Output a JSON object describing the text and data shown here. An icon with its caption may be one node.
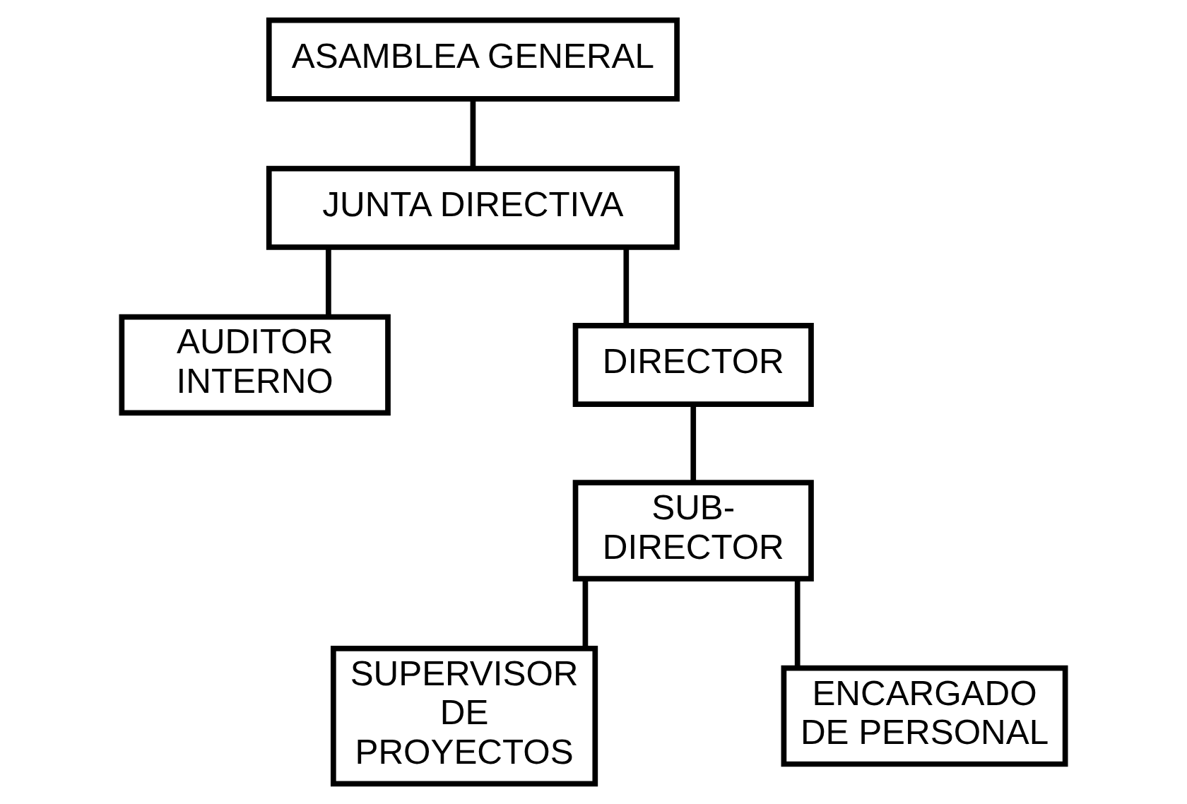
{
  "diagram": {
    "nodes": [
      {
        "text": [
          "ASAMBLEA GENERAL"
        ]
      },
      {
        "text": [
          "JUNTA DIRECTIVA"
        ]
      },
      {
        "text": [
          "AUDITOR INTERNO"
        ]
      },
      {
        "text": [
          "DIRECTOR"
        ]
      },
      {
        "text": [
          "SUB- DIRECTOR"
        ]
      },
      {
        "text": [
          "SUPERVISOR DE PROYECTOS"
        ]
      },
      {
        "text": [
          "ENCARGADO DE PERSONAL"
        ]
      }
    ],
    "edges": [
      {
        "from": 0,
        "to": 1,
        "arrow": "none"
      },
      {
        "from": 1,
        "to": 3,
        "arrow": "none"
      },
      {
        "from": 1,
        "to": 2,
        "arrow": "none"
      },
      {
        "from": 3,
        "to": 4,
        "arrow": "none"
      },
      {
        "from": 4,
        "to": 5,
        "arrow": "none"
      },
      {
        "from": 4,
        "to": 6,
        "arrow": "none"
      }
    ]
  }
}
